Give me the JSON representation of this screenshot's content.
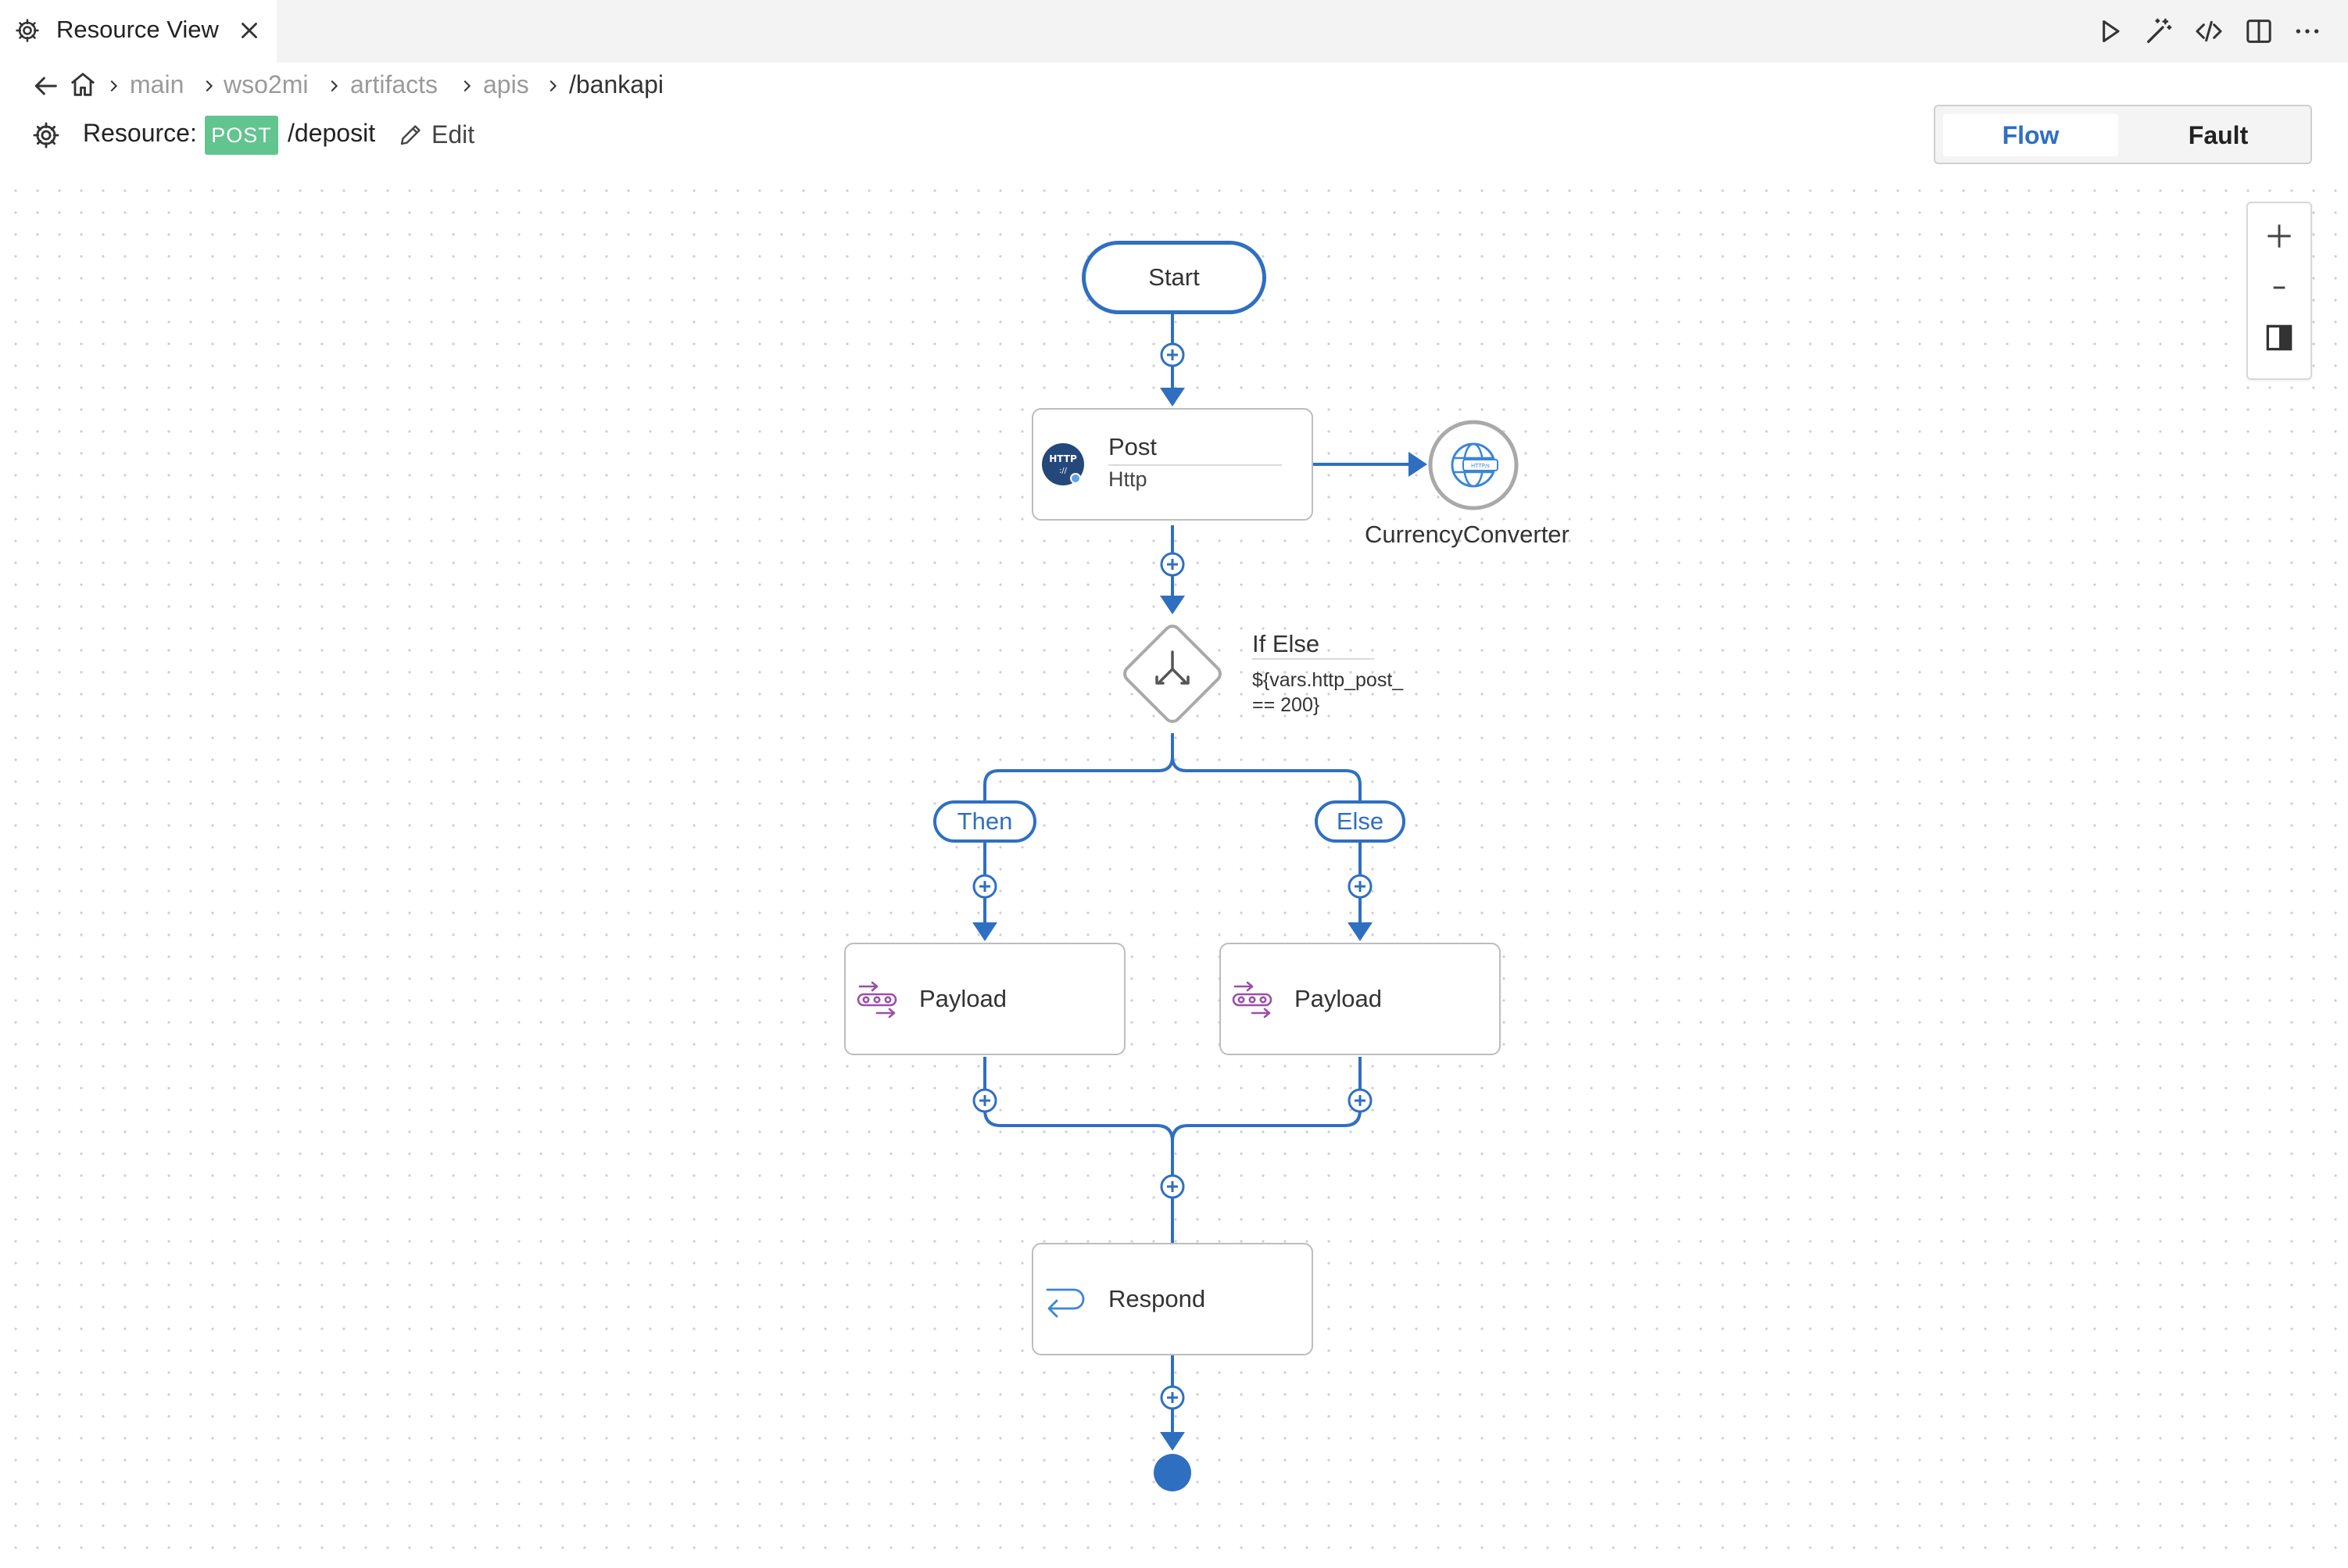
{
  "tab": {
    "title": "Resource View"
  },
  "toolbar": {
    "icons": [
      "run-icon",
      "magic-wand-icon",
      "code-icon",
      "split-editor-icon",
      "more-icon"
    ]
  },
  "breadcrumb": {
    "items": [
      "main",
      "wso2mi",
      "artifacts",
      "apis"
    ],
    "current": "/bankapi"
  },
  "resource": {
    "label": "Resource:",
    "method": "POST",
    "path": "/deposit",
    "edit_label": "Edit"
  },
  "view_toggle": {
    "options": [
      "Flow",
      "Fault"
    ],
    "selected": "Flow"
  },
  "zoom": {
    "in": "+",
    "out": "–"
  },
  "flow": {
    "start": "Start",
    "http_node": {
      "title": "Post",
      "subtitle": "Http",
      "badge": "HTTP"
    },
    "endpoint": {
      "label": "CurrencyConverter"
    },
    "ifelse": {
      "title": "If Else",
      "condition": "${vars.http_post_\n== 200}"
    },
    "branches": {
      "then": "Then",
      "else": "Else"
    },
    "payload_then": {
      "title": "Payload"
    },
    "payload_else": {
      "title": "Payload"
    },
    "respond": {
      "title": "Respond"
    }
  },
  "colors": {
    "accent": "#2f6fc2",
    "method_post": "#62c48e",
    "payload_icon": "#9b4fa8"
  }
}
